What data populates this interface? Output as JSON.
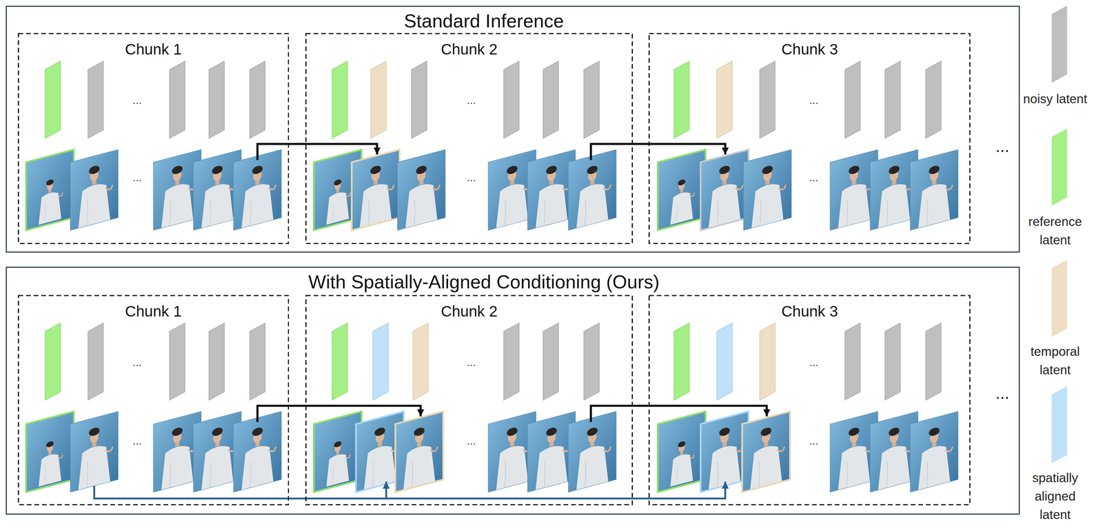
{
  "diagram": {
    "nodes": [
      {
        "text": [
          "Standard Inference"
        ]
      },
      {
        "text": [
          "Chunk 1"
        ],
        "in": 0
      },
      {
        "text": [
          "Chunk 2"
        ],
        "in": 0
      },
      {
        "text": [
          "Chunk 3"
        ],
        "in": 0
      },
      {
        "text": [
          "With Spatially-Aligned Conditioning (Ours)"
        ]
      },
      {
        "text": [
          "Chunk 1"
        ],
        "in": 4
      },
      {
        "text": [
          "Chunk 2"
        ],
        "in": 4
      },
      {
        "text": [
          "Chunk 3"
        ],
        "in": 4
      }
    ],
    "labels": [
      "...",
      "...",
      "...",
      "...",
      "...",
      "...",
      "...",
      "...",
      "...",
      "...",
      "...",
      "...",
      "...",
      "..."
    ],
    "legend": [
      {
        "text": "noisy latent",
        "color": "#bfbfbf"
      },
      {
        "text": "reference latent",
        "color": "#a5ef87"
      },
      {
        "text": "temporal latent",
        "color": "#eedfc4"
      },
      {
        "text": "spatially aligned latent",
        "color": "#bfe1fb"
      }
    ]
  }
}
